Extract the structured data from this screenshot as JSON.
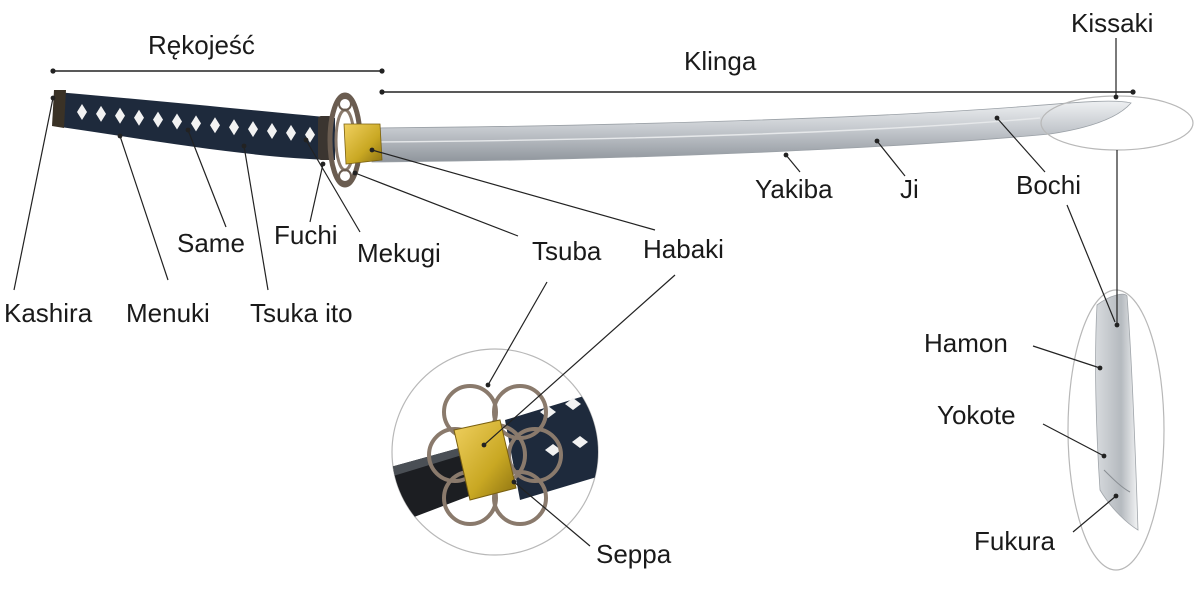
{
  "colors": {
    "background": "#ffffff",
    "blade": "#c9cdd2",
    "handle_wrap": "#1e2a3c",
    "handle_diamond": "#f2f2f2",
    "habaki": "#c9a823",
    "tsuba": "#7a6a5c",
    "leader_line": "#222222"
  },
  "labels": {
    "rekojesc": "Rękojeść",
    "klinga": "Klinga",
    "kissaki": "Kissaki",
    "kashira": "Kashira",
    "menuki": "Menuki",
    "same": "Same",
    "tsuka_ito": "Tsuka ito",
    "fuchi": "Fuchi",
    "mekugi": "Mekugi",
    "tsuba": "Tsuba",
    "habaki": "Habaki",
    "yakiba": "Yakiba",
    "ji": "Ji",
    "bochi": "Bochi",
    "hamon": "Hamon",
    "yokote": "Yokote",
    "fukura": "Fukura",
    "seppa": "Seppa"
  }
}
